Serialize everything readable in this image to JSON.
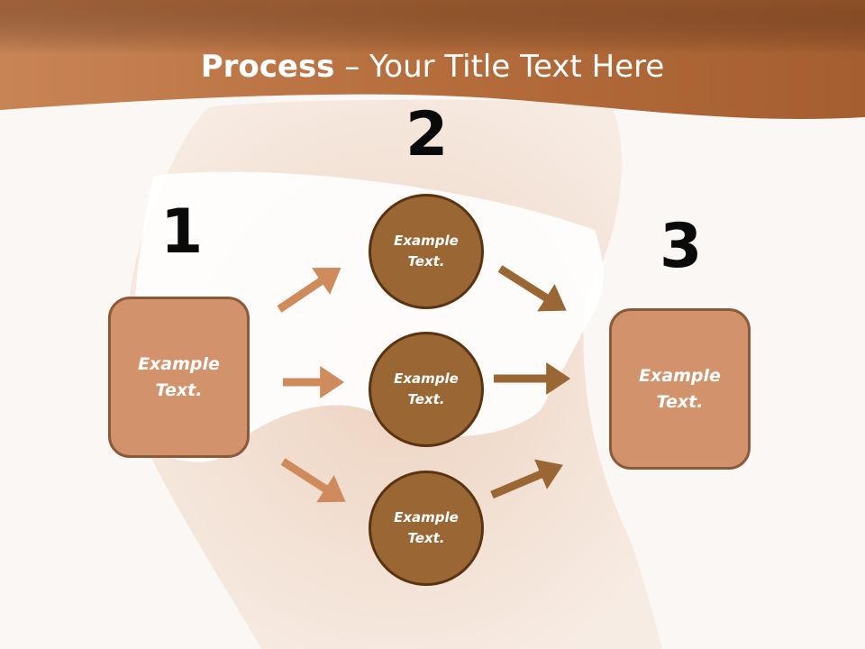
{
  "title": {
    "bold": "Process",
    "rest": " – Your Title Text Here"
  },
  "steps": {
    "one": {
      "number": "1",
      "box_text": "Example\nText."
    },
    "two": {
      "number": "2",
      "circles": [
        "Example\nText.",
        "Example\nText.",
        "Example\nText."
      ]
    },
    "three": {
      "number": "3",
      "box_text": "Example\nText."
    }
  },
  "colors": {
    "header": "#b8703f",
    "box_fill": "#d2926b",
    "circle_fill": "#9a6633",
    "arrow_light": "#d08b5c",
    "arrow_dark": "#9a6633"
  }
}
